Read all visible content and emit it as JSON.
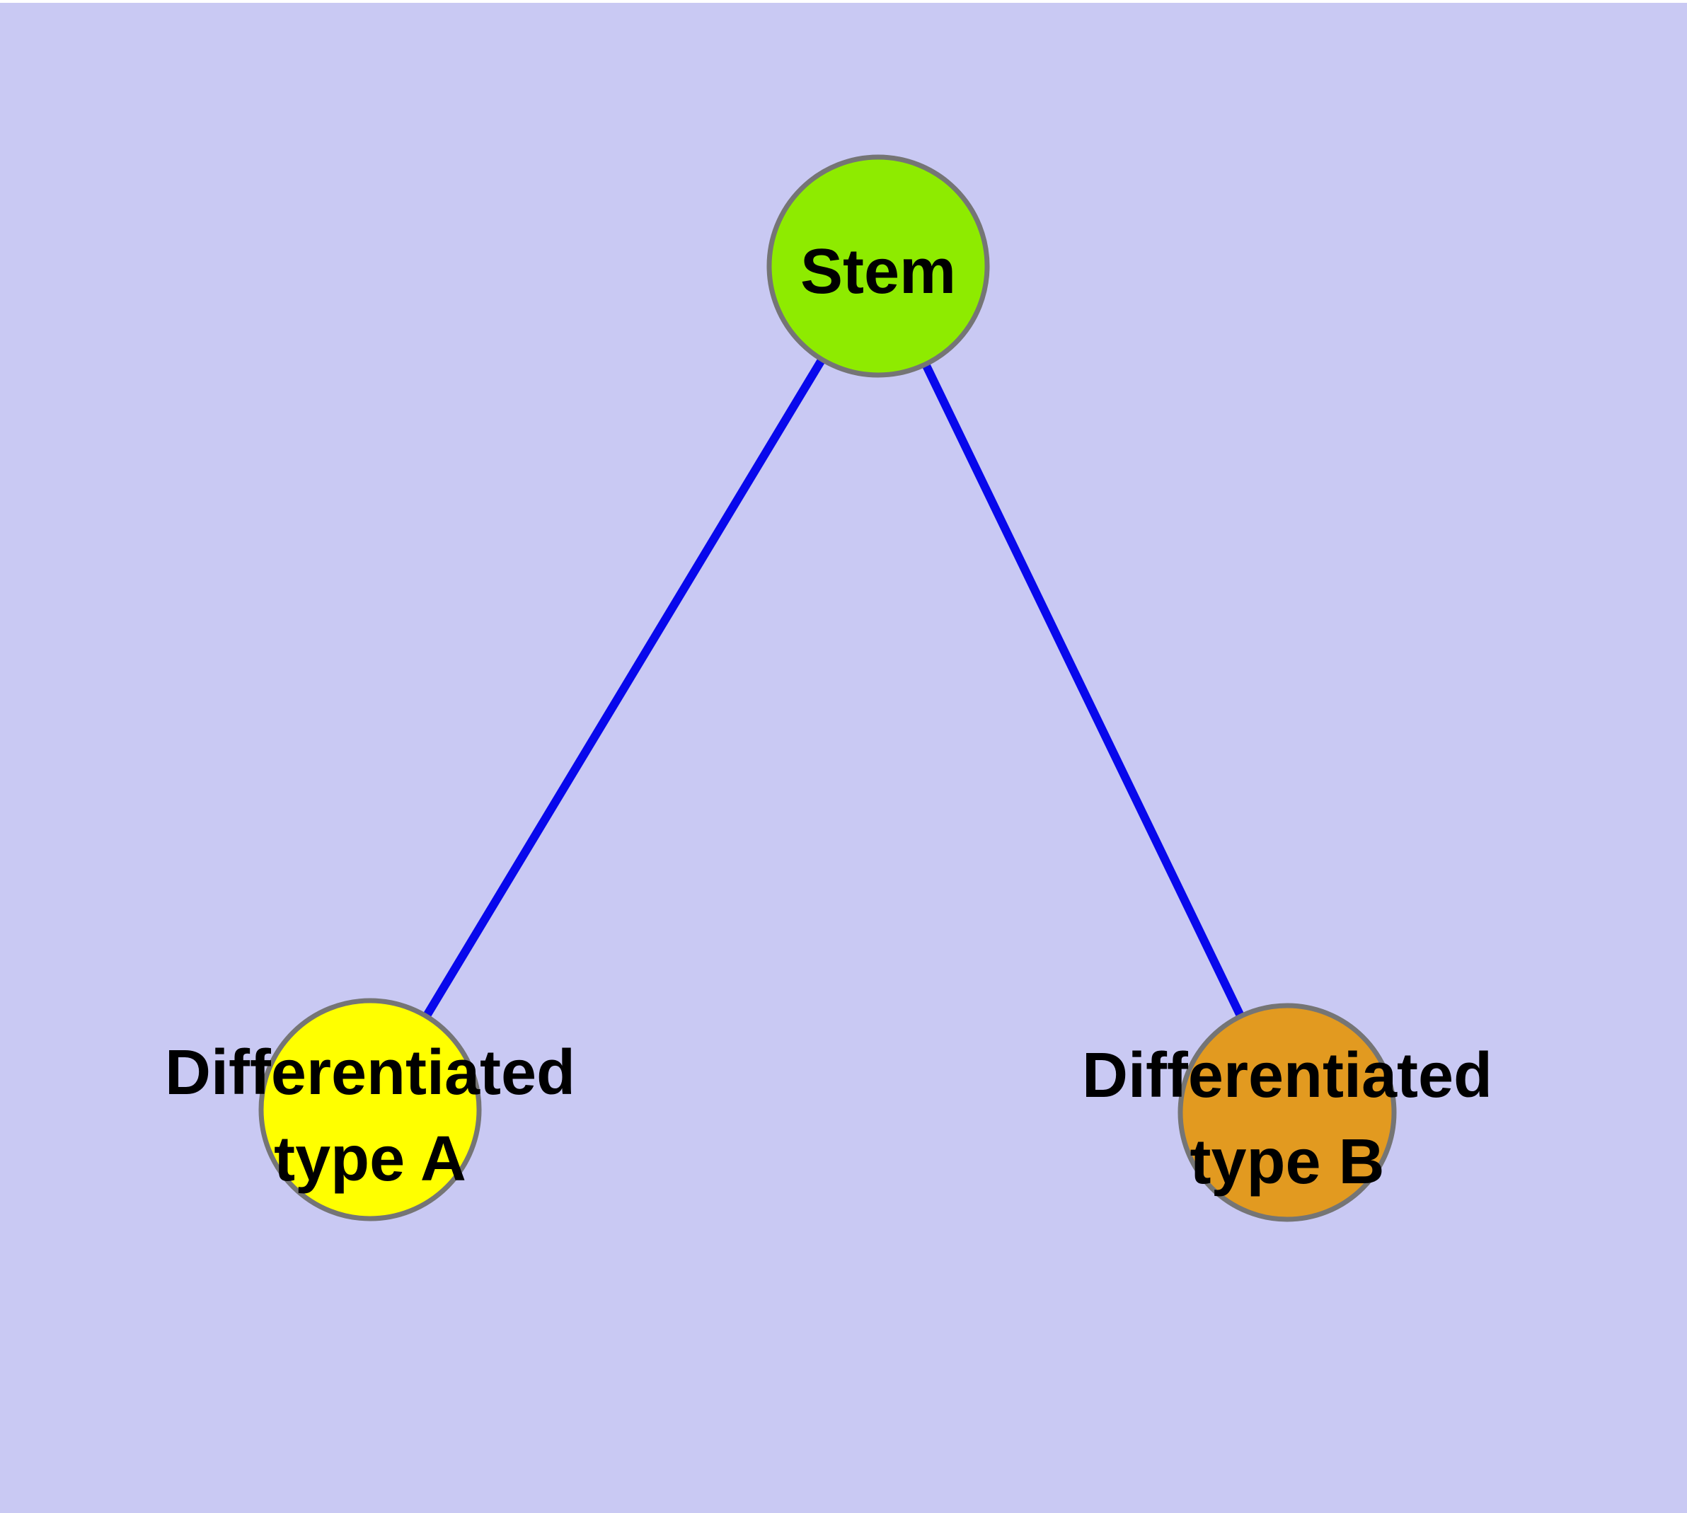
{
  "diagram": {
    "type": "graph",
    "description": "Cell differentiation graph: Stem node connected to two differentiated cell type nodes",
    "background_color": "#C9C9F3",
    "edge_color": "#0808EC",
    "node_border_color": "#757575",
    "label_color": "#000000",
    "nodes": {
      "stem": {
        "id": "stem",
        "label": "Stem",
        "fill": "#8EEB00"
      },
      "type_a": {
        "id": "type_a",
        "label": "Differentiated type A",
        "label_lines": [
          "Differentiated",
          "type A"
        ],
        "fill": "#FFFF00"
      },
      "type_b": {
        "id": "type_b",
        "label": "Differentiated type B",
        "label_lines": [
          "Differentiated",
          "type B"
        ],
        "fill": "#E29A20"
      }
    },
    "edges": [
      {
        "from": "stem",
        "to": "type_a"
      },
      {
        "from": "stem",
        "to": "type_b"
      }
    ]
  }
}
